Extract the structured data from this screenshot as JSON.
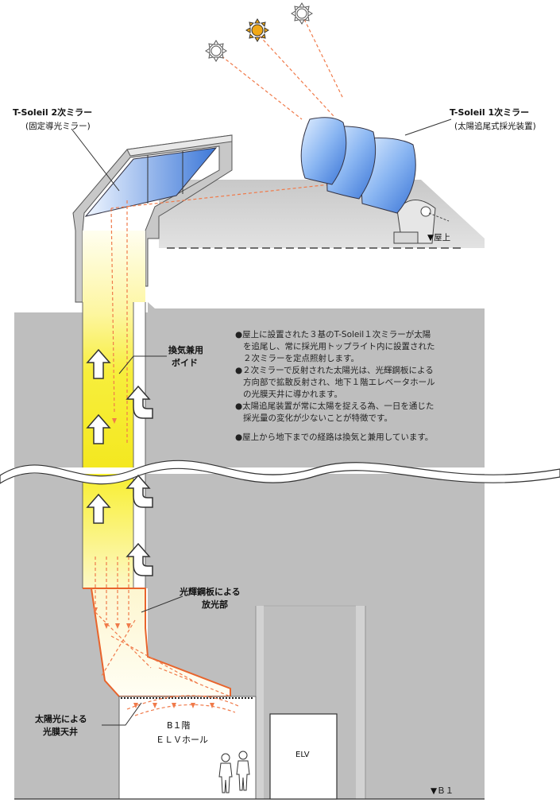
{
  "labels": {
    "secondary_mirror_title": "T-Soleil 2次ミラー",
    "secondary_mirror_sub": "(固定導光ミラー)",
    "primary_mirror_title": "T-Soleil 1次ミラー",
    "primary_mirror_sub": "(太陽追尾式採光装置)",
    "roof_level": "▼屋上",
    "void_label_1": "換気兼用",
    "void_label_2": "ボイド",
    "emitter_label_1": "光輝鋼板による",
    "emitter_label_2": "放光部",
    "ceiling_label_1": "太陽光による",
    "ceiling_label_2": "光膜天井",
    "hall_label_1": "B１階",
    "hall_label_2": "ＥＬＶホール",
    "elv_label": "ELV",
    "b1_level": "▼Ｂ１"
  },
  "notes": [
    "●屋上に設置された３基のT-Soleil１次ミラーが太陽",
    "を追尾し、常に採光用トップライト内に設置された",
    "２次ミラーを定点照射します。",
    "●２次ミラーで反射された太陽光は、光輝鋼板による",
    "方向部で拡散反射され、地下１階エレベータホール",
    "の光膜天井に導かれます。",
    "●太陽追尾装置が常に太陽を捉える為、一日を通じた",
    "採光量の変化が少ないことが特徴です。",
    "●屋上から地下までの経路は換気と兼用しています。"
  ],
  "colors": {
    "wall_gray": "#bebebe",
    "roof_gray": "#d6d6d6",
    "shaft_yellow": "#f7ee3c",
    "mirror_blue": "#5a90e0",
    "light_ray": "#f07a4a",
    "sun_orange": "#f0a818",
    "emitter_orange": "#e8642c"
  },
  "icons": [
    "sun-icon",
    "airflow-arrow-icon",
    "person-icon"
  ]
}
